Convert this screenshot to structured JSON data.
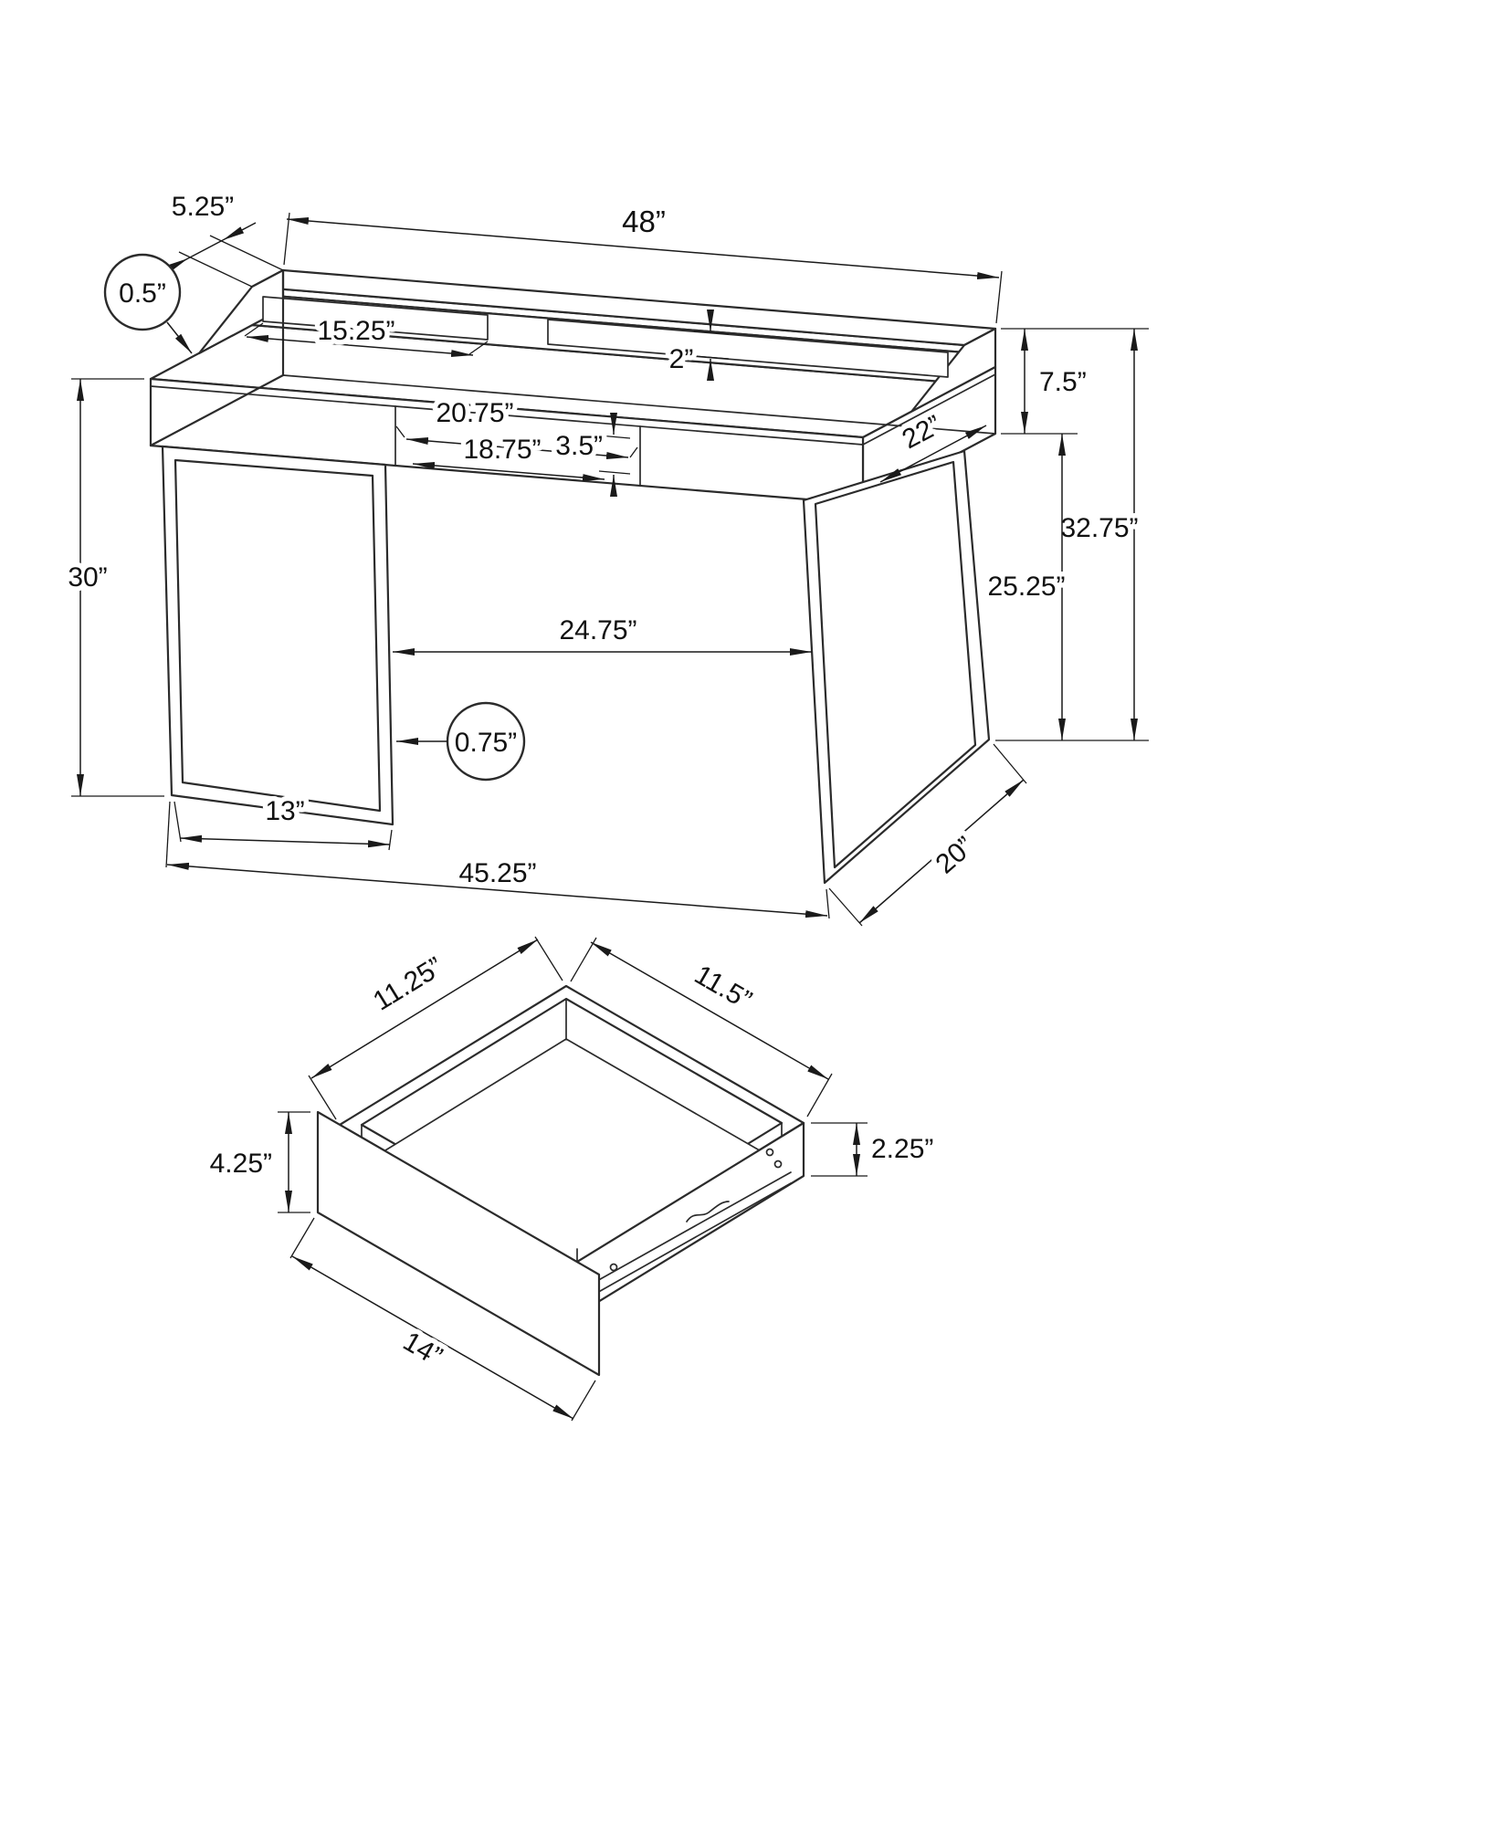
{
  "figure": {
    "name": "Desk dimension diagram",
    "views": {
      "desk": "Desk three-quarter view",
      "drawer": "Drawer detail view"
    }
  },
  "dims": {
    "desk": {
      "top_width": "48”",
      "hutch_shelf_depth": "5.25”",
      "panel_thickness": "0.5”",
      "cubby_width": "15.25”",
      "cubby_height": "2”",
      "hutch_to_apron": "7.5”",
      "depth": "22”",
      "overall_height": "32.75”",
      "clearance_height": "25.25”",
      "top_height": "30”",
      "between_legs": "24.75”",
      "drawer_front_width": "20.75”",
      "drawer_opening_width": "18.75”",
      "drawer_opening_height": "3.5”",
      "leg_tube_thickness": "0.75”",
      "leg_width": "13”",
      "base_width": "45.25”",
      "leg_runner_depth": "20”"
    },
    "drawer": {
      "inner_width": "11.25”",
      "inner_depth": "11.5”",
      "side_height": "2.25”",
      "front_height": "4.25”",
      "front_width": "14”"
    }
  }
}
